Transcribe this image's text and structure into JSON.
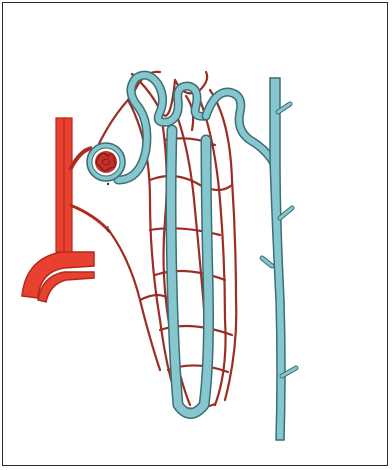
{
  "figure": {
    "subject": "nephron",
    "labels": [],
    "colors": {
      "artery_fill": "#e8412f",
      "artery_edge": "#b22a1c",
      "capillary": "#9c2d24",
      "tubule_fill": "#86c7cf",
      "tubule_edge": "#3c6e74",
      "glomerulus": "#c8302a",
      "frame": "#2a2a2a"
    },
    "parts": [
      "renal-artery-branch",
      "afferent-arteriole",
      "glomerulus",
      "bowmans-capsule",
      "proximal-convoluted-tubule",
      "loop-of-henle",
      "distal-convoluted-tubule",
      "collecting-duct",
      "peritubular-capillaries"
    ]
  }
}
